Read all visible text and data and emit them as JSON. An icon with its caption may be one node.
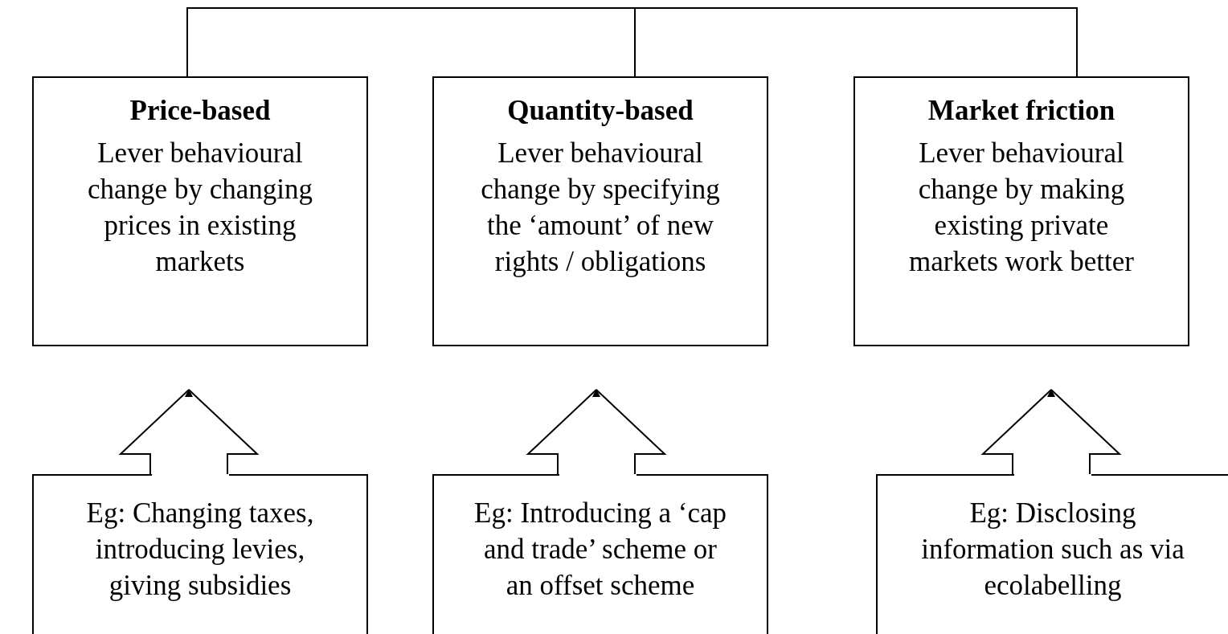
{
  "diagram": {
    "nodes": [
      {
        "text": [
          "Price-based",
          "Lever behavioural change by changing prices in existing markets"
        ]
      },
      {
        "text": [
          "Quantity-based",
          "Lever behavioural change by specifying the ‘amount’ of new rights / obligations"
        ]
      },
      {
        "text": [
          "Market friction",
          "Lever behavioural change by making existing private markets work better"
        ]
      },
      {
        "text": [
          "Eg: Changing taxes, introducing levies, giving subsidies"
        ]
      },
      {
        "text": [
          "Eg: Introducing a ‘cap and trade’ scheme or an offset scheme"
        ]
      },
      {
        "text": [
          "Eg: Disclosing information such as via ecolabelling"
        ]
      }
    ],
    "edges": [
      {
        "from": 0,
        "to": 1,
        "arrow": "none"
      },
      {
        "from": 1,
        "to": 2,
        "arrow": "none"
      },
      {
        "from": 3,
        "to": null,
        "arrow": "to"
      },
      {
        "from": 4,
        "to": null,
        "arrow": "to"
      },
      {
        "from": 5,
        "to": null,
        "arrow": "to"
      }
    ]
  }
}
